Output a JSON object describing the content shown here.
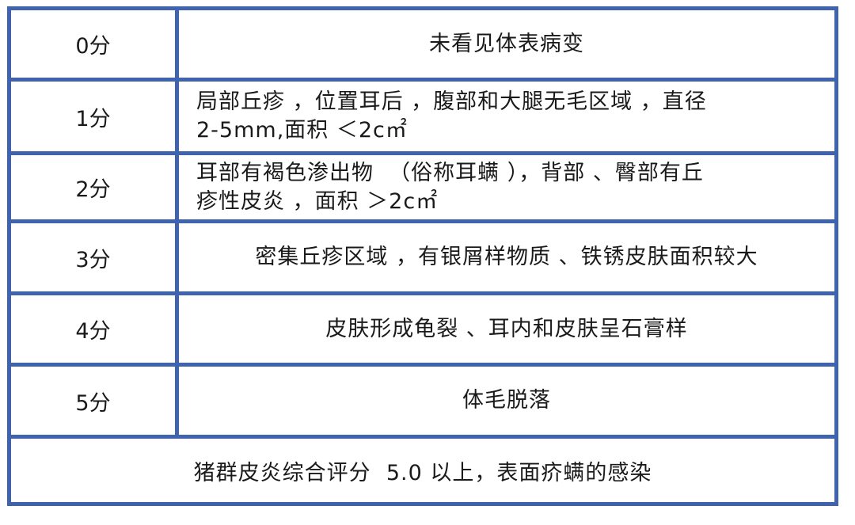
{
  "table": {
    "rows": [
      {
        "score": "0分",
        "lines": [
          "未看见体表病变"
        ]
      },
      {
        "score": "1分",
        "lines": [
          "局部丘疹 ，位置耳后 ，腹部和大腿无毛区域 ，直径",
          "2-5mm,面积 ＜2c㎡"
        ]
      },
      {
        "score": "2分",
        "lines": [
          "耳部有褐色渗出物  （俗称耳螨 ），背部 、臀部有丘",
          "疹性皮炎 ，面积 ＞2c㎡"
        ]
      },
      {
        "score": "3分",
        "lines": [
          "密集丘疹区域 ，有银屑样物质 、铁锈皮肤面积较大"
        ]
      },
      {
        "score": "4分",
        "lines": [
          "皮肤形成龟裂 、耳内和皮肤呈石膏样"
        ]
      },
      {
        "score": "5分",
        "lines": [
          "体毛脱落"
        ]
      }
    ],
    "footer": "猪群皮炎综合评分  5.0 以上，表面疥螨的感染"
  },
  "colors": {
    "border": "#3f64ad",
    "text": "#1a1a1a",
    "background": "#ffffff"
  }
}
